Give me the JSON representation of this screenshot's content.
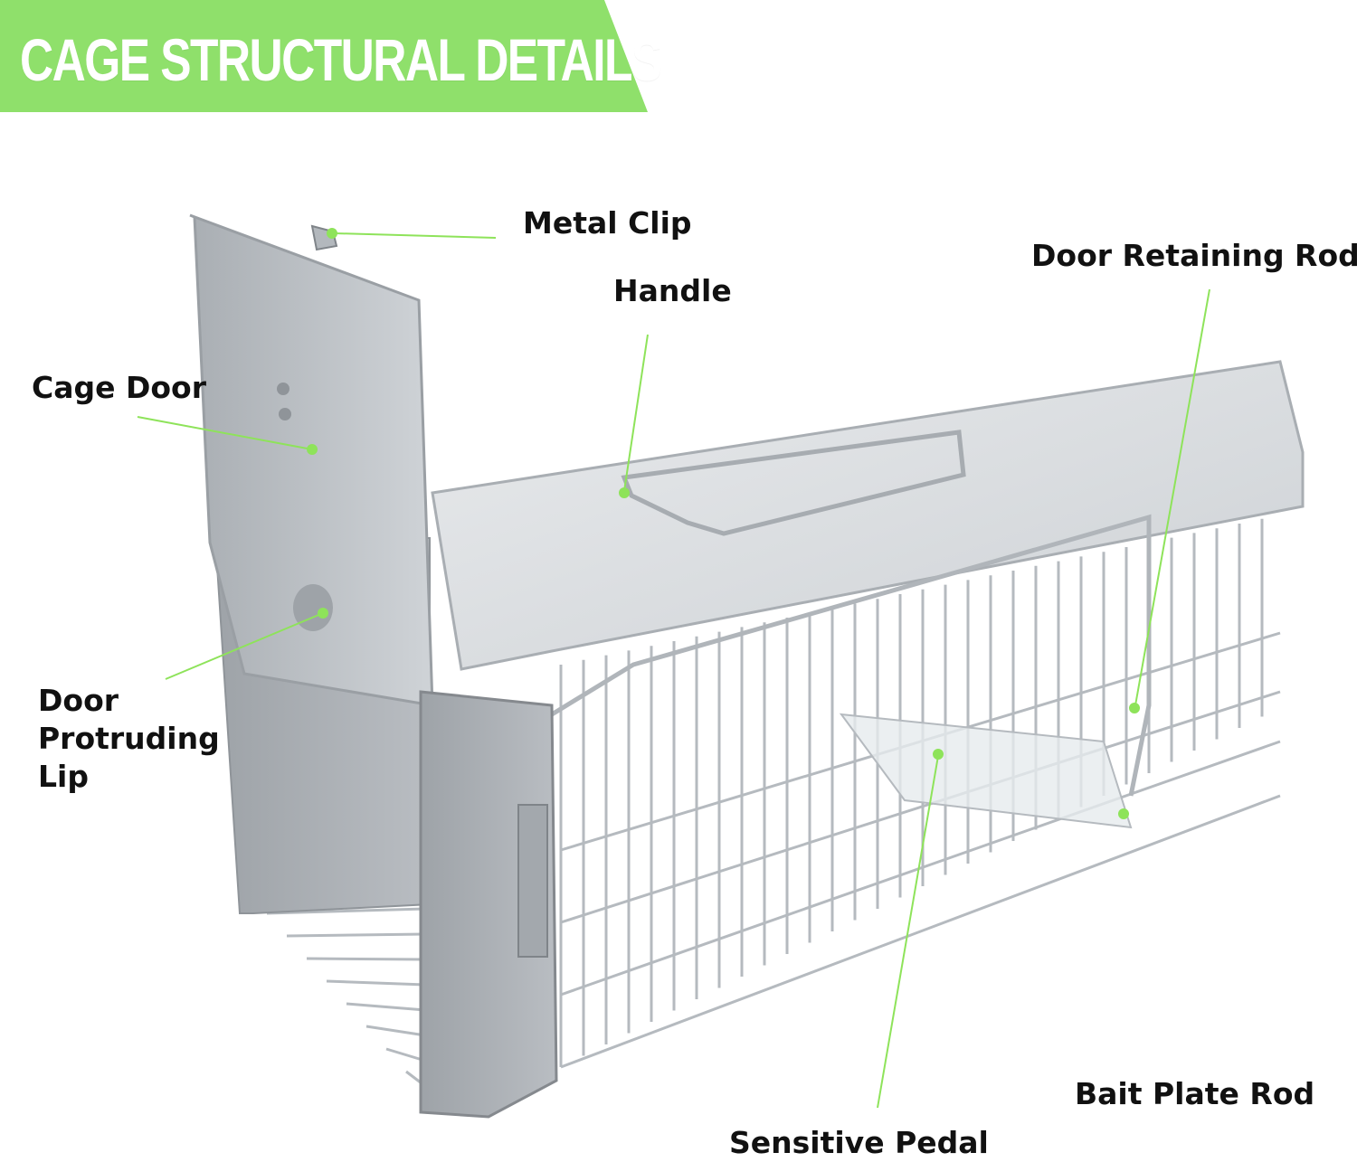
{
  "header": {
    "title": "CAGE STRUCTURAL DETAILS"
  },
  "colors": {
    "banner_green": "#8fe06b",
    "leader_green": "#8ee35a",
    "label_text": "#111111",
    "metal": "#c9cdd1"
  },
  "callouts": {
    "metal_clip": "Metal Clip",
    "handle": "Handle",
    "door_retaining_rod": "Door Retaining Rod",
    "cage_door": "Cage Door",
    "door_protruding_lip": "Door\nProtruding\nLip",
    "bait_plate_rod": "Bait Plate Rod",
    "sensitive_pedal": "Sensitive Pedal"
  }
}
